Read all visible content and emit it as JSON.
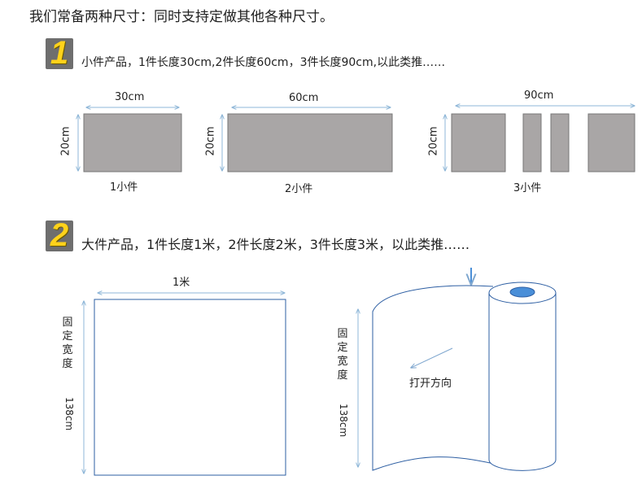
{
  "title": "我们常备两种尺寸：同时支持定做其他各种尺寸。",
  "section1": {
    "number": "1",
    "description": "小件产品，1件长度30cm,2件长度60cm，3件长度90cm,以此类推……",
    "items": [
      {
        "width_label": "30cm",
        "height_label": "20cm",
        "caption": "1小件"
      },
      {
        "width_label": "60cm",
        "height_label": "20cm",
        "caption": "2小件"
      },
      {
        "width_label": "90cm",
        "height_label": "20cm",
        "caption": "3小件"
      }
    ]
  },
  "section2": {
    "number": "2",
    "description": "大件产品，1件长度1米，2件长度2米，3件长度3米，以此类推……",
    "sheet": {
      "width_label": "1米",
      "fixed_width_chars": [
        "固",
        "定",
        "宽",
        "度"
      ],
      "height_label": "138cm"
    },
    "roll": {
      "fixed_width_chars": [
        "固",
        "定",
        "宽",
        "度"
      ],
      "height_label": "138cm",
      "open_direction_label": "打开方向"
    }
  },
  "colors": {
    "piece_fill": "#a9a6a6",
    "arrow": "#8fb7d8",
    "roll_stroke": "#2e5fa3",
    "roll_core": "#4a8fd8",
    "badge_digit": "#ffd21a"
  }
}
